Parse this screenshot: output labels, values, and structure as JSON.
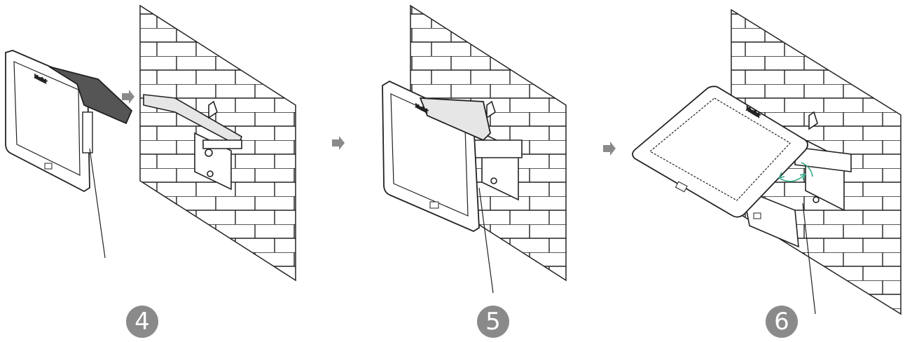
{
  "steps": [
    {
      "number": "4",
      "brand": "Yealink"
    },
    {
      "number": "5",
      "brand": "Yealink"
    },
    {
      "number": "6",
      "brand": "Yealink"
    }
  ],
  "colors": {
    "line": "#222222",
    "badge": "#8a8a8a",
    "arrow": "#8a8a8a",
    "green_arc": "#3aa88a"
  },
  "icons": {
    "step_arrow": "right-arrow-icon"
  }
}
